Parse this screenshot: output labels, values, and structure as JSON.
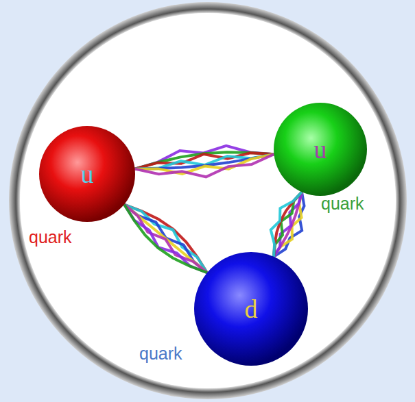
{
  "diagram": {
    "nodes": [
      {
        "text": [
          "u",
          "quark"
        ]
      },
      {
        "text": [
          "u",
          "quark"
        ]
      },
      {
        "text": [
          "d",
          "quark"
        ]
      }
    ],
    "edges": [
      {
        "from": 0,
        "to": 1,
        "arrow": "none"
      },
      {
        "from": 0,
        "to": 2,
        "arrow": "none"
      },
      {
        "from": 1,
        "to": 2,
        "arrow": "none"
      }
    ]
  }
}
